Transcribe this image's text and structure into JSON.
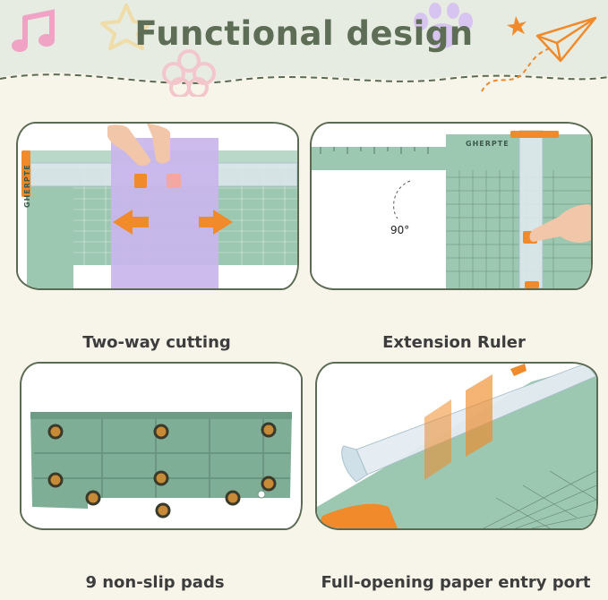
{
  "header": {
    "title": "Functional design"
  },
  "panels": [
    {
      "caption": "Two-way cutting",
      "brand": "GHERPTE"
    },
    {
      "caption": "Extension Ruler",
      "brand": "GHERPTE",
      "angle_label": "90°"
    },
    {
      "caption": "9 non-slip pads"
    },
    {
      "caption": "Full-opening paper entry port"
    }
  ],
  "colors": {
    "body": "#9cc7b0",
    "body_dark": "#7fae97",
    "accent": "#f08a2a",
    "paper": "#c9b5ec",
    "frame": "#5b6a52",
    "background": "#f7f5e9"
  },
  "icons": [
    "music-note-icon",
    "star-icon",
    "paw-icon",
    "flower-icon",
    "paper-plane-icon"
  ]
}
